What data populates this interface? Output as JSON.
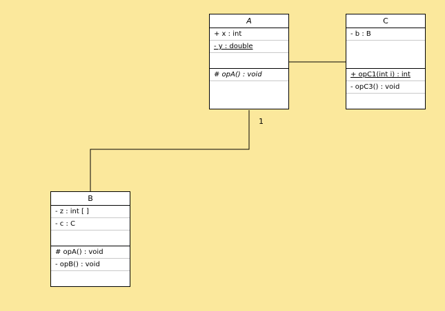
{
  "diagram": {
    "classes": [
      {
        "id": "A",
        "name": "A",
        "abstract": true,
        "attributes": [
          {
            "text": "+ x : int",
            "static": false,
            "abstract": false
          },
          {
            "text": "- y : double",
            "static": true,
            "abstract": false
          }
        ],
        "operations": [
          {
            "text": "# opA() : void",
            "static": false,
            "abstract": true
          }
        ]
      },
      {
        "id": "B",
        "name": "B",
        "abstract": false,
        "attributes": [
          {
            "text": "- z : int [  ]",
            "static": false,
            "abstract": false
          },
          {
            "text": "- c : C",
            "static": false,
            "abstract": false
          }
        ],
        "operations": [
          {
            "text": "# opA() : void",
            "static": false,
            "abstract": false
          },
          {
            "text": "- opB() : void",
            "static": false,
            "abstract": false
          }
        ]
      },
      {
        "id": "C",
        "name": "C",
        "abstract": false,
        "attributes": [
          {
            "text": "- b : B",
            "static": false,
            "abstract": false
          }
        ],
        "operations": [
          {
            "text": "+ opC1(int i) : int",
            "static": true,
            "abstract": false
          },
          {
            "text": "- opC3() : void",
            "static": false,
            "abstract": false
          }
        ]
      }
    ],
    "associations": [
      {
        "from": "A",
        "to": "B",
        "multiplicity_near_A": "1"
      },
      {
        "from": "A",
        "to": "C",
        "multiplicity_near_A": ""
      }
    ]
  }
}
